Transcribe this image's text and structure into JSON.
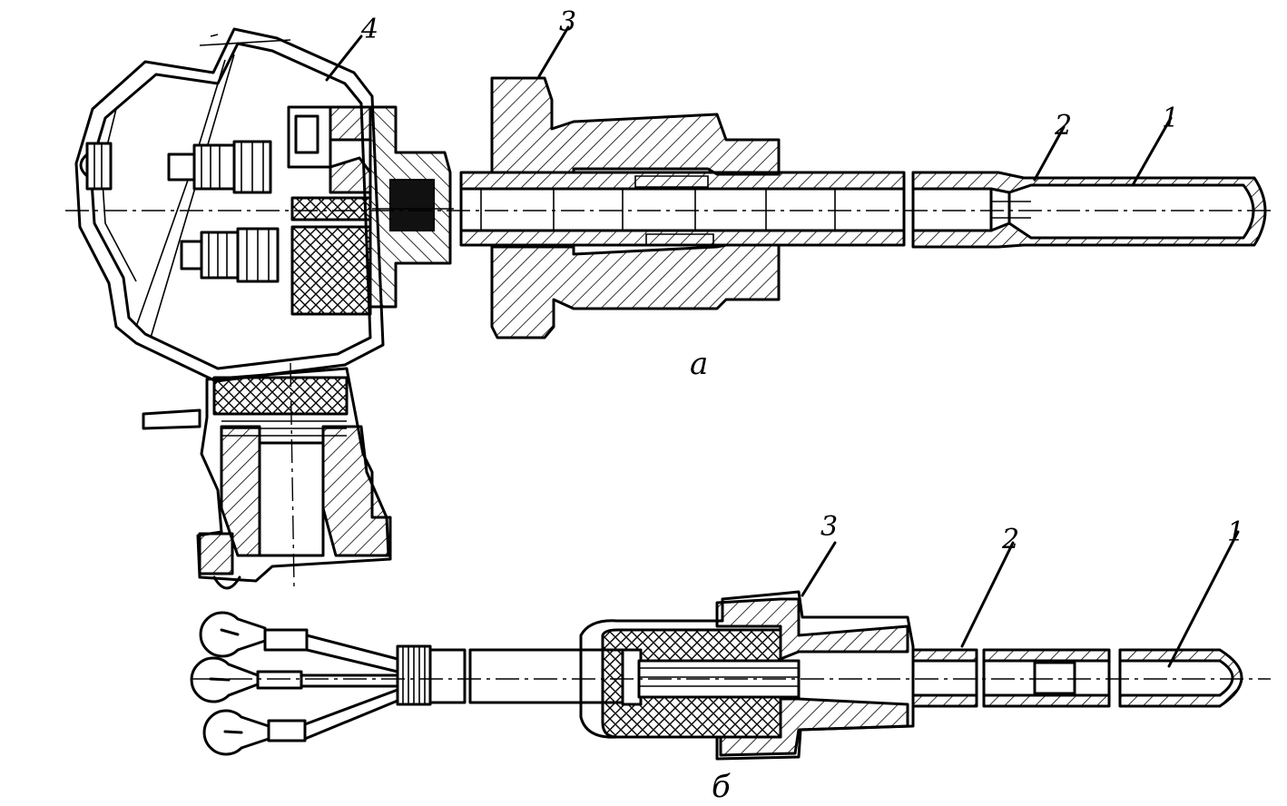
{
  "figure": {
    "view_a": {
      "caption": "а",
      "labels": [
        "1",
        "2",
        "3",
        "4"
      ]
    },
    "view_b": {
      "caption": "б",
      "labels": [
        "1",
        "2",
        "3"
      ]
    }
  }
}
